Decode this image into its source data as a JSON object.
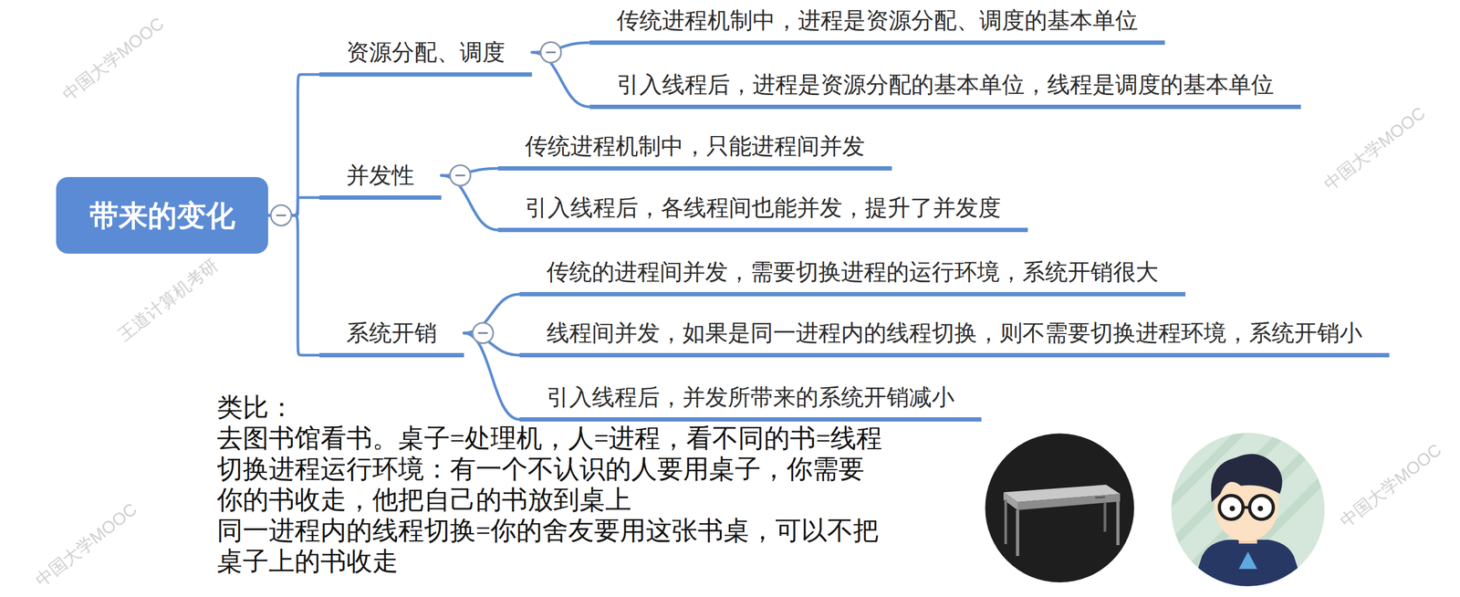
{
  "diagram": {
    "nodes": [
      {
        "text": [
          "带来的变化"
        ]
      },
      {
        "text": [
          "资源分配、调度"
        ]
      },
      {
        "text": [
          "传统进程机制中，进程是资源分配、调度的基本单位"
        ]
      },
      {
        "text": [
          "引入线程后，进程是资源分配的基本单位，线程是调度的基本单位"
        ]
      },
      {
        "text": [
          "并发性"
        ]
      },
      {
        "text": [
          "传统进程机制中，只能进程间并发"
        ]
      },
      {
        "text": [
          "引入线程后，各线程间也能并发，提升了并发度"
        ]
      },
      {
        "text": [
          "系统开销"
        ]
      },
      {
        "text": [
          "传统的进程间并发，需要切换进程的运行环境，系统开销很大"
        ]
      },
      {
        "text": [
          "线程间并发，如果是同一进程内的线程切换，则不需要切换进程环境，系统开销小"
        ]
      },
      {
        "text": [
          "引入线程后，并发所带来的系统开销减小"
        ]
      }
    ],
    "edges": [
      {
        "from": 0,
        "to": 1,
        "arrow": "none"
      },
      {
        "from": 0,
        "to": 4,
        "arrow": "none"
      },
      {
        "from": 0,
        "to": 7,
        "arrow": "none"
      },
      {
        "from": 1,
        "to": 2,
        "arrow": "none"
      },
      {
        "from": 1,
        "to": 3,
        "arrow": "none"
      },
      {
        "from": 4,
        "to": 5,
        "arrow": "none"
      },
      {
        "from": 4,
        "to": 6,
        "arrow": "none"
      },
      {
        "from": 7,
        "to": 8,
        "arrow": "none"
      },
      {
        "from": 7,
        "to": 9,
        "arrow": "none"
      },
      {
        "from": 7,
        "to": 10,
        "arrow": "none"
      }
    ],
    "labels": [
      "类比：",
      "去图书馆看书。桌子=处理机，人=进程，看不同的书=线程",
      "切换进程运行环境：有一个不认识的人要用桌子，你需要 你的书收走，他把自己的书放到桌上",
      "同一进程内的线程切换=你的舍友要用这张书桌，可以不把 桌子上的书收走",
      "中国大学MOOC",
      "中国大学MOOC",
      "中国大学MOOC",
      "中国大学MOOC",
      "王道计算机考研"
    ]
  }
}
